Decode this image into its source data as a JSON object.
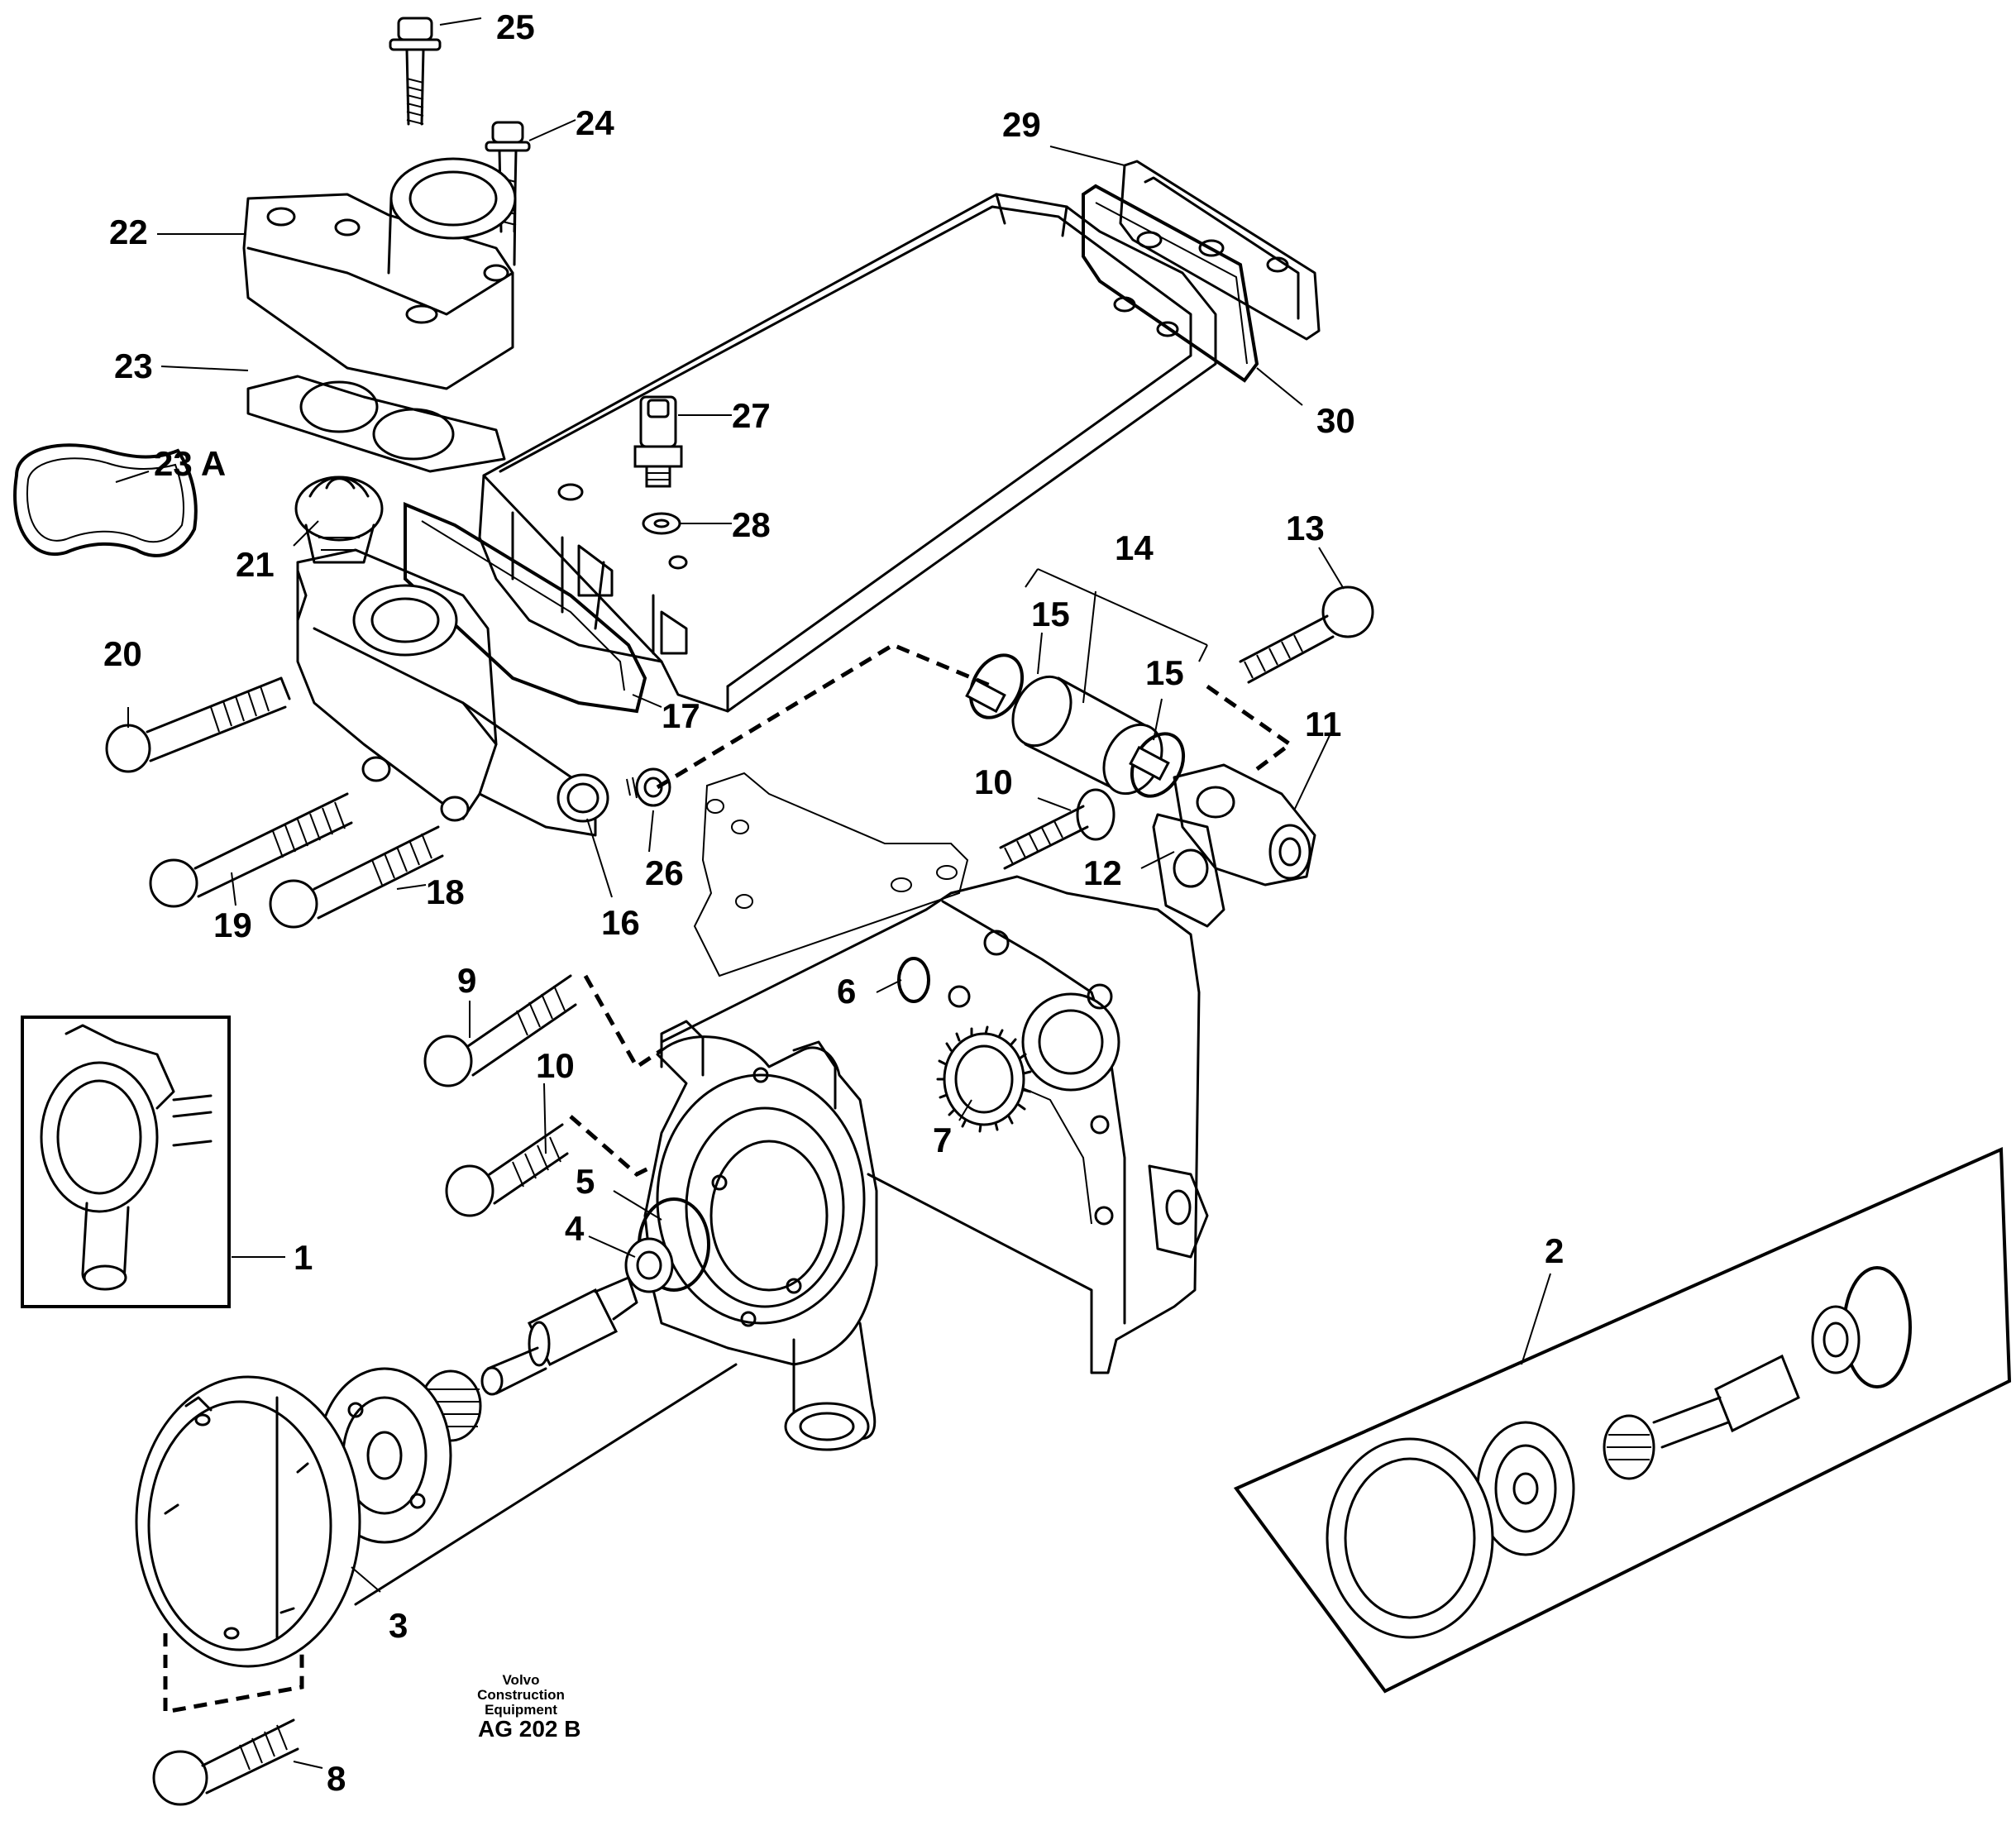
{
  "callouts": [
    "25",
    "24",
    "22",
    "23",
    "23 A",
    "21",
    "20",
    "29",
    "30",
    "27",
    "28",
    "14",
    "13",
    "15",
    "15",
    "17",
    "11",
    "10",
    "26",
    "12",
    "19",
    "18",
    "16",
    "9",
    "6",
    "10",
    "7",
    "5",
    "4",
    "1",
    "2",
    "3",
    "8"
  ],
  "caption": {
    "company": "Volvo Construction Equipment",
    "code": "AG 202 B"
  }
}
